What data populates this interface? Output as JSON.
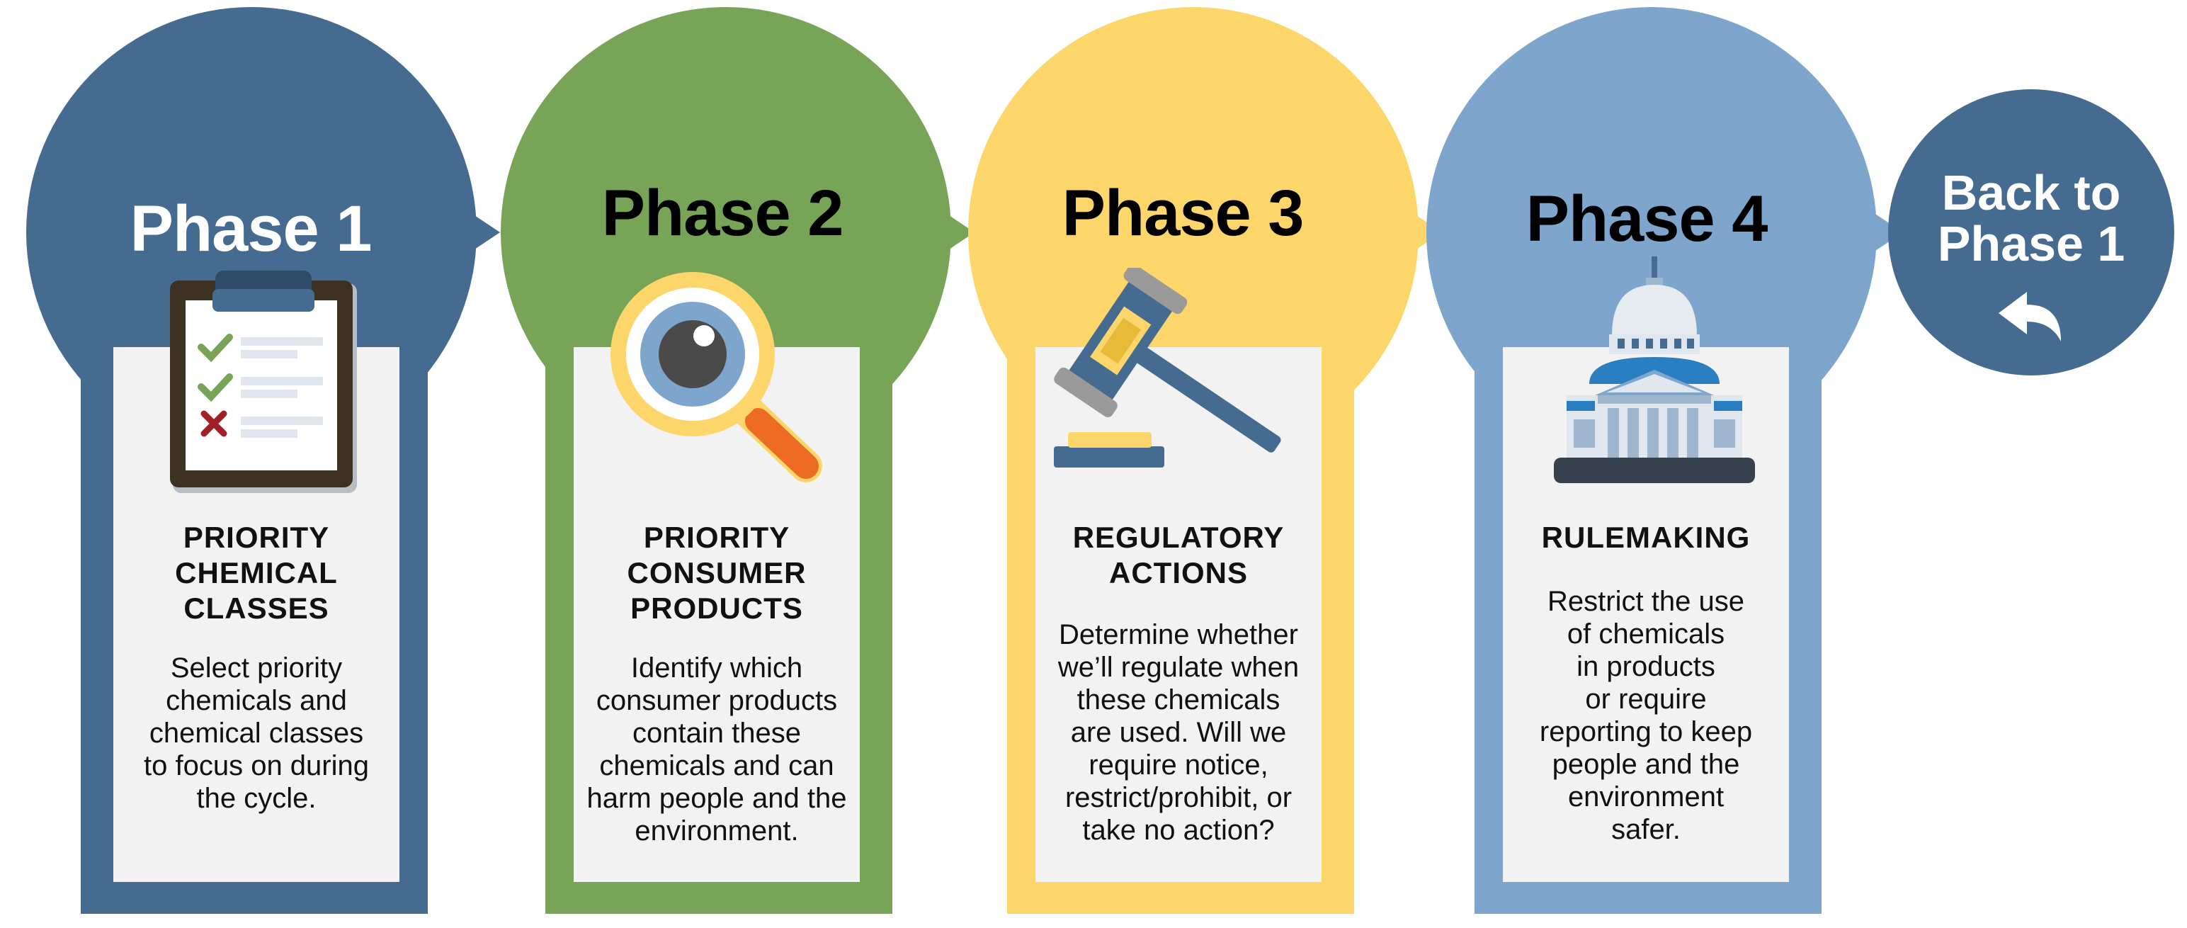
{
  "colors": {
    "phase1": "#456b91",
    "phase2": "#78a457",
    "phase3": "#fcd66b",
    "phase4": "#7ea5cb",
    "back": "#456b91",
    "card": "#f2f2f2",
    "title_light": "#ffffff",
    "title_dark": "#000000"
  },
  "phases": [
    {
      "title": "Phase 1",
      "icon": "clipboard-checklist-icon",
      "heading": [
        "PRIORITY",
        "CHEMICAL",
        "CLASSES"
      ],
      "body": [
        "Select priority",
        "chemicals and",
        "chemical classes",
        "to focus on during",
        "the cycle."
      ]
    },
    {
      "title": "Phase 2",
      "icon": "magnifying-glass-eye-icon",
      "heading": [
        "PRIORITY",
        "CONSUMER",
        "PRODUCTS"
      ],
      "body": [
        "Identify which",
        "consumer products",
        "contain these",
        "chemicals and can",
        "harm people and the",
        "environment."
      ]
    },
    {
      "title": "Phase 3",
      "icon": "gavel-icon",
      "heading": [
        "REGULATORY",
        "ACTIONS"
      ],
      "body": [
        "Determine whether",
        "we’ll regulate when",
        "these chemicals",
        "are used. Will we",
        "require notice,",
        "restrict/prohibit, or",
        "take no action?"
      ]
    },
    {
      "title": "Phase 4",
      "icon": "capitol-building-icon",
      "heading": [
        "RULEMAKING"
      ],
      "body": [
        "Restrict the use",
        "of chemicals",
        "in products",
        "or require",
        "reporting to keep",
        "people and the",
        "environment",
        "safer."
      ]
    }
  ],
  "back": {
    "lines": [
      "Back to",
      "Phase 1"
    ],
    "icon": "return-arrow-icon"
  }
}
